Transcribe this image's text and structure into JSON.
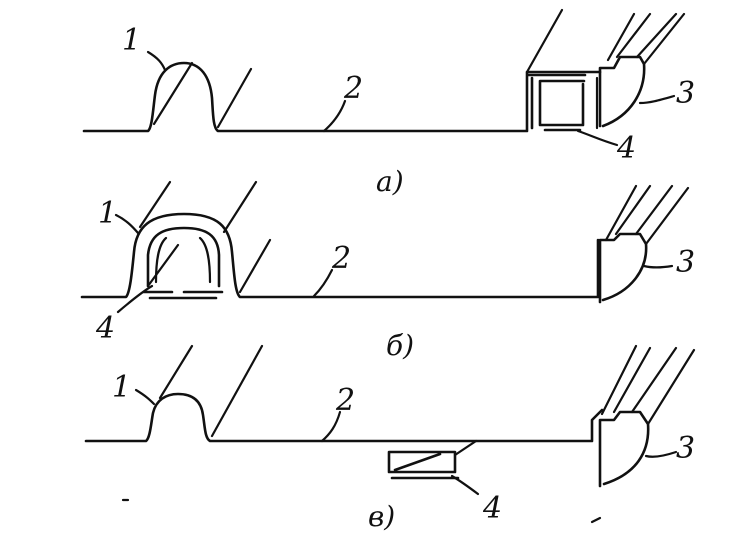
{
  "panels": [
    {
      "caption": "а)",
      "labels": {
        "n1": "1",
        "n2": "2",
        "n3": "3",
        "n4": "4"
      }
    },
    {
      "caption": "б)",
      "labels": {
        "n1": "1",
        "n2": "2",
        "n3": "3",
        "n4": "4"
      }
    },
    {
      "caption": "в)",
      "labels": {
        "n1": "1",
        "n2": "2",
        "n3": "3",
        "n4": "4"
      }
    }
  ]
}
